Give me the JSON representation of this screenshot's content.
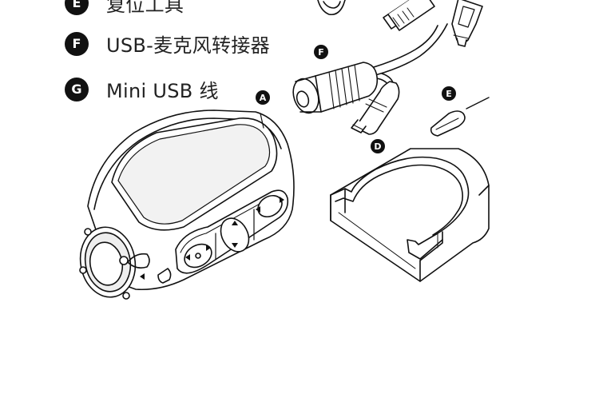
{
  "legend": [
    {
      "letter": "E",
      "label": "复位工具"
    },
    {
      "letter": "F",
      "label": "USB-麦克风转接器"
    },
    {
      "letter": "G",
      "label": "Mini USB 线"
    }
  ],
  "callouts": {
    "a": "A",
    "d": "D",
    "e": "E",
    "f": "F"
  },
  "colors": {
    "ink": "#111111",
    "body_fill": "#ffffff",
    "shade": "#e8e8e8"
  }
}
